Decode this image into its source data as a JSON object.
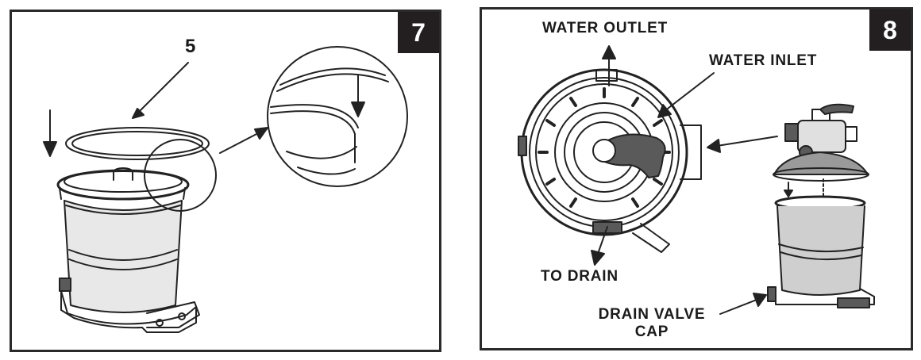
{
  "panels": [
    {
      "step": "7",
      "callout": "5"
    },
    {
      "step": "8",
      "labels": {
        "water_outlet": "WATER OUTLET",
        "water_inlet": "WATER INLET",
        "to_drain": "TO DRAIN",
        "drain_valve_line1": "DRAIN VALVE",
        "drain_valve_line2": "CAP"
      }
    }
  ],
  "colors": {
    "line": "#222222",
    "badge": "#231f20",
    "tank_fill": "#d6d6d6",
    "dark_fill": "#5a5a5a"
  }
}
